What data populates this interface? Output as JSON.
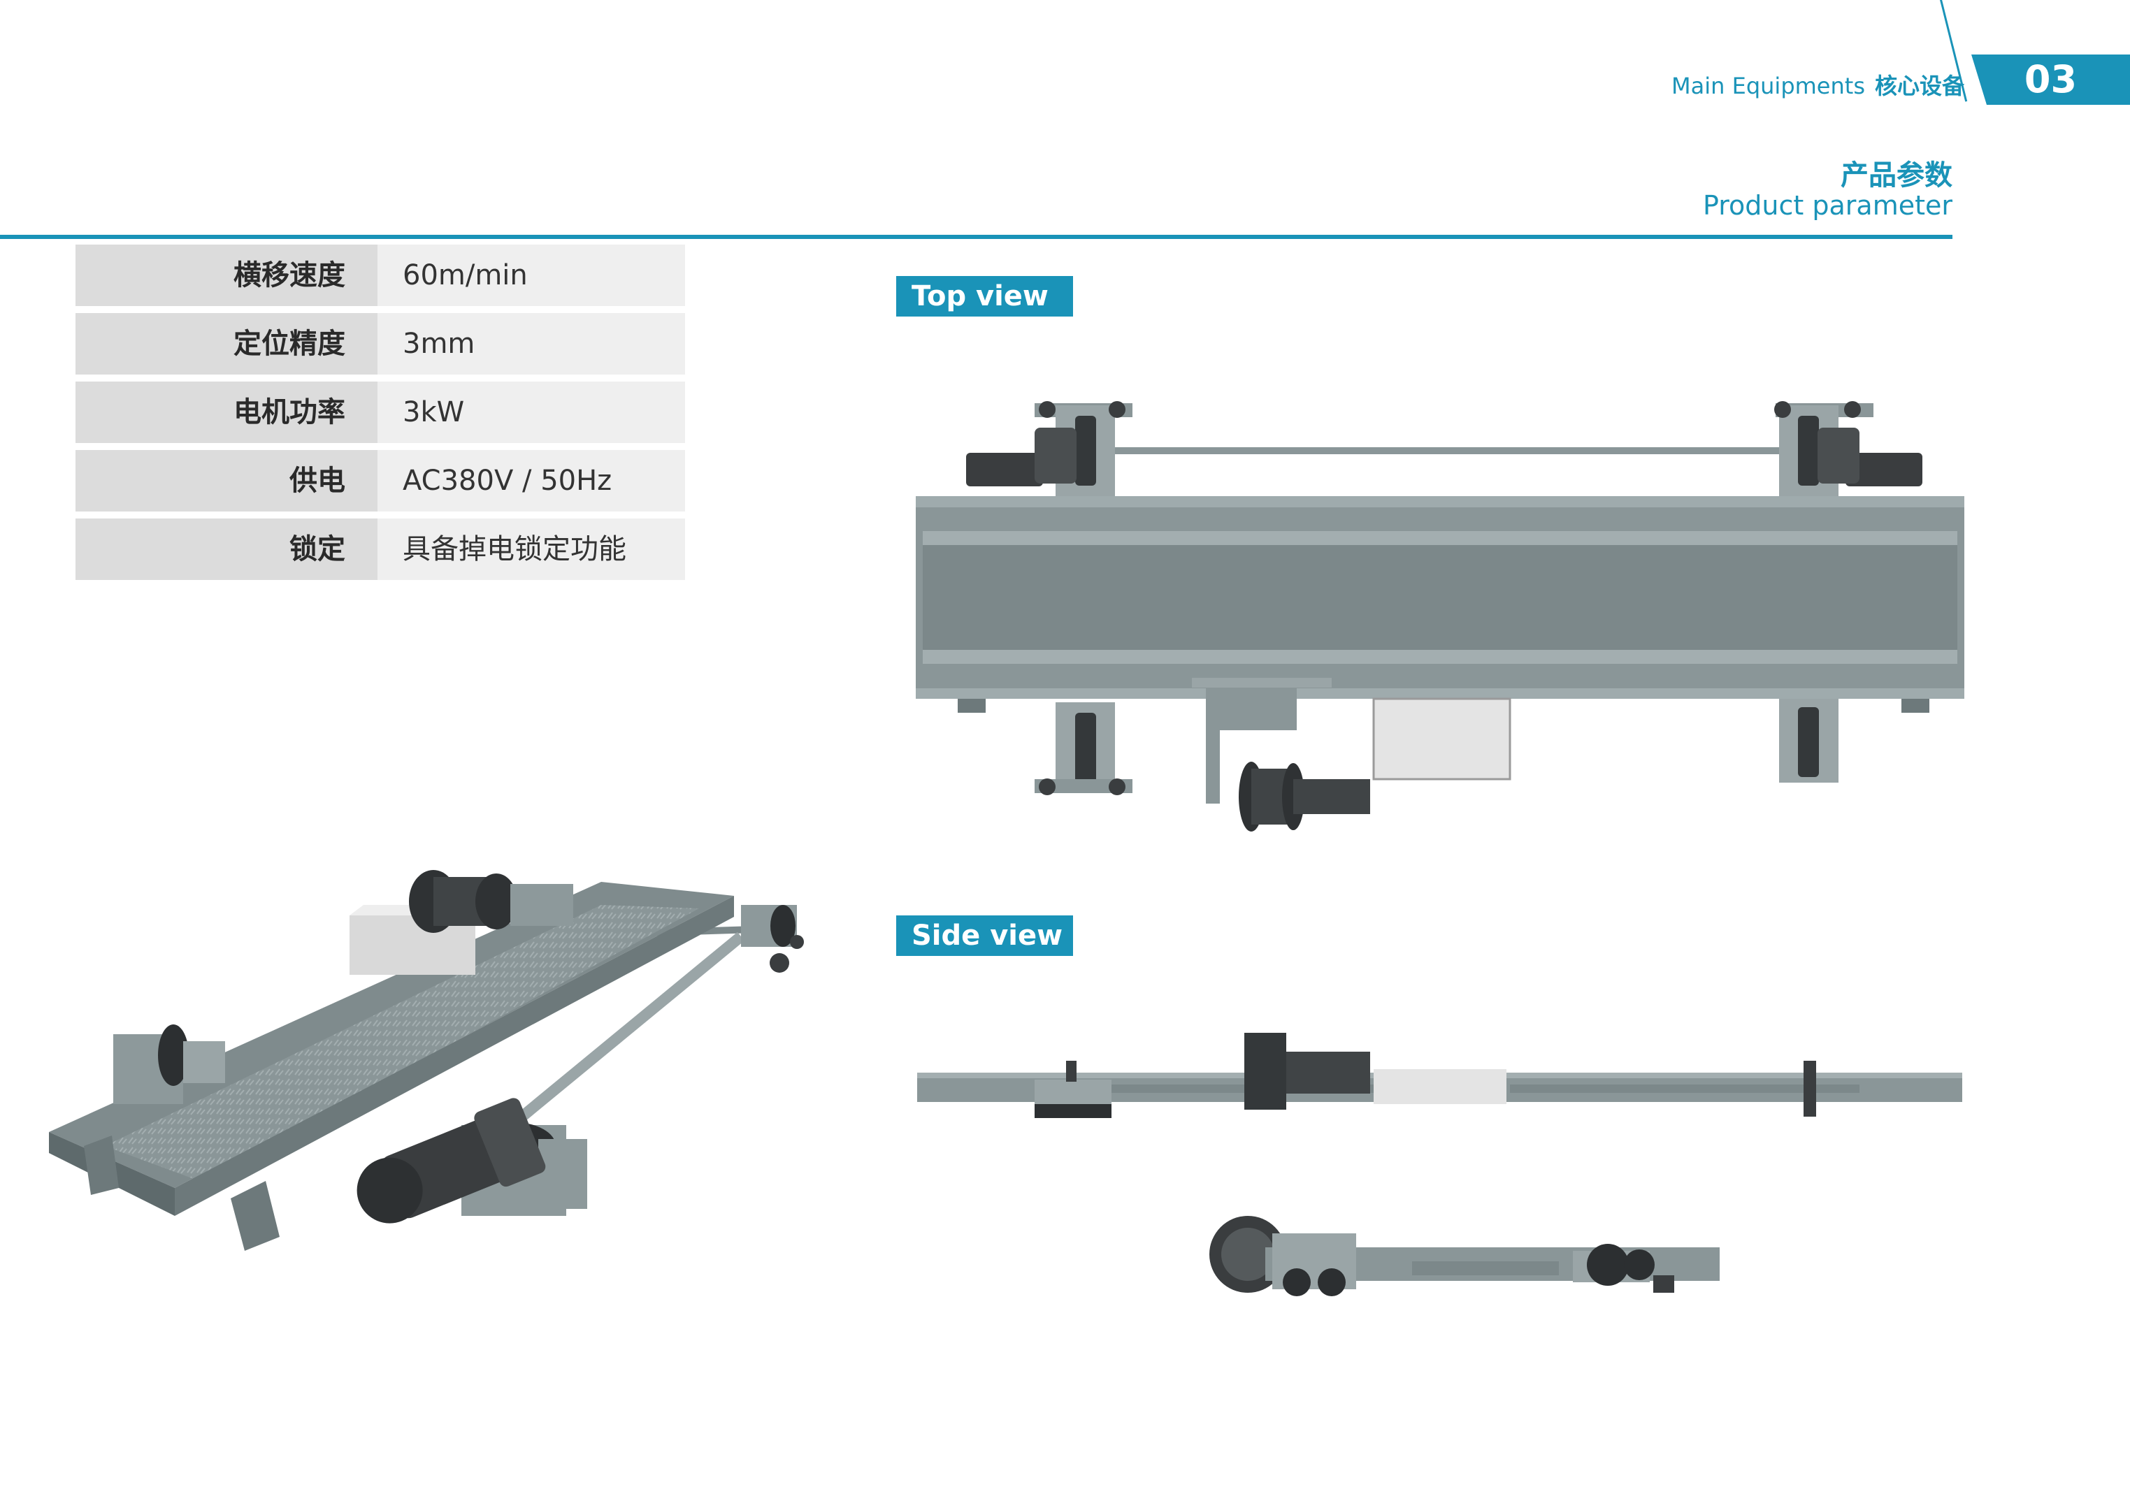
{
  "header": {
    "section_en": "Main Equipments",
    "section_zh": "核心设备",
    "page_number": "03",
    "title_zh": "产品参数",
    "title_en": "Product parameter"
  },
  "specs": [
    {
      "key": "横移速度",
      "value": "60m/min"
    },
    {
      "key": "定位精度",
      "value": "3mm"
    },
    {
      "key": "电机功率",
      "value": "3kW"
    },
    {
      "key": "供电",
      "value": "AC380V / 50Hz"
    },
    {
      "key": "锁定",
      "value": "具备掉电锁定功能"
    }
  ],
  "views": {
    "top_label": "Top view",
    "side_label": "Side view"
  },
  "colors": {
    "accent": "#1a93b8",
    "steel": "#8a9698",
    "steel_dark": "#5e6a6c",
    "motor": "#3a3d3f"
  }
}
